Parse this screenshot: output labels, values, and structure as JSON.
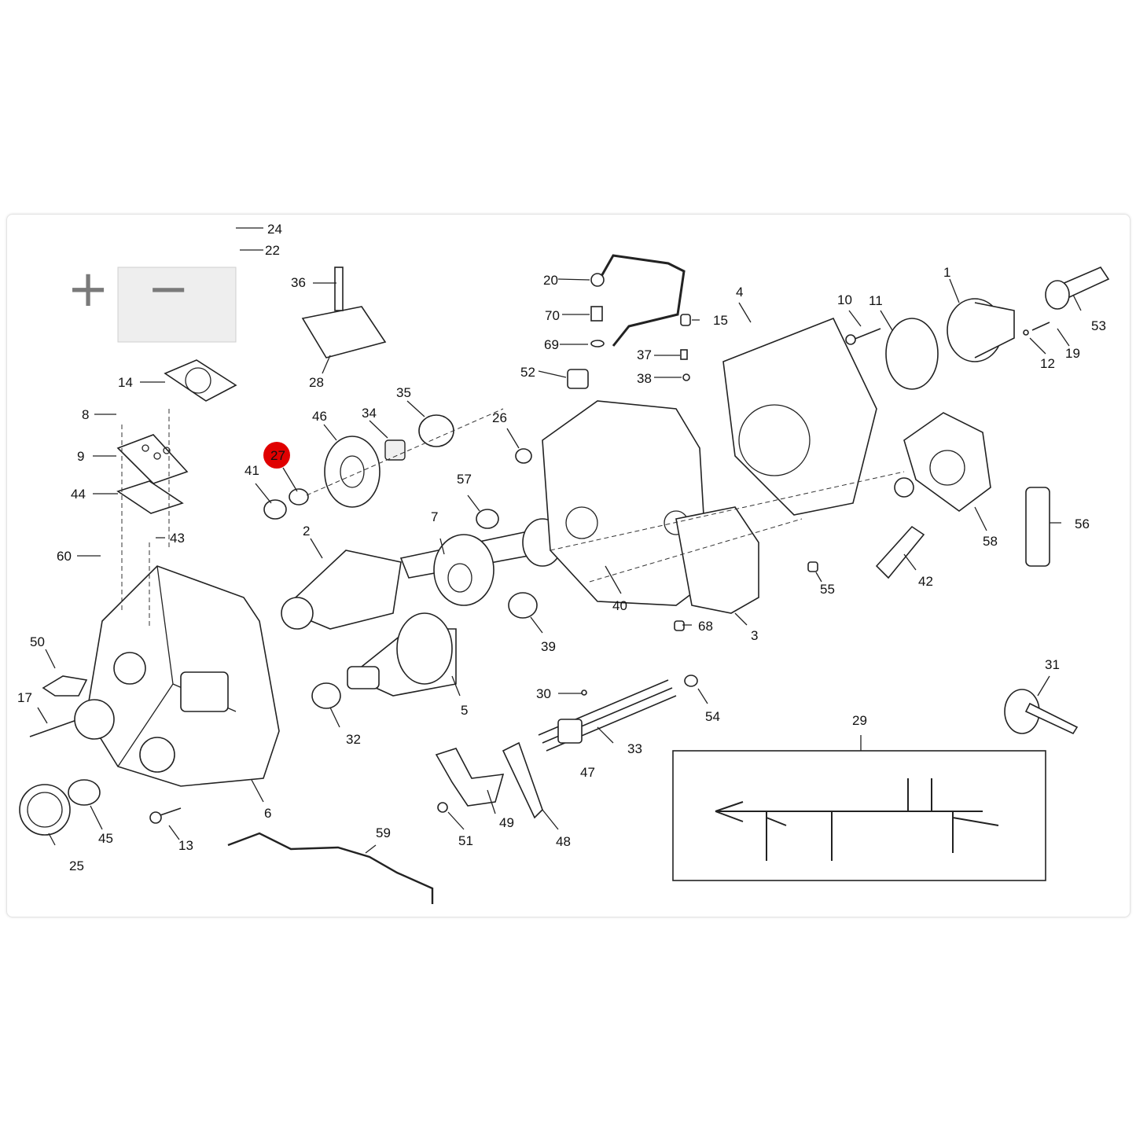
{
  "zoom": {
    "in_icon": "plus-icon",
    "out_icon": "minus-icon",
    "in_glyph": "+",
    "out_glyph": "−"
  },
  "highlight": {
    "label": "27",
    "color": "#e00000"
  },
  "labels": [
    "24",
    "22",
    "36",
    "28",
    "14",
    "8",
    "9",
    "44",
    "60",
    "43",
    "50",
    "17",
    "25",
    "45",
    "13",
    "6",
    "41",
    "46",
    "34",
    "35",
    "2",
    "7",
    "57",
    "32",
    "5",
    "39",
    "20",
    "70",
    "69",
    "52",
    "26",
    "37",
    "38",
    "15",
    "40",
    "68",
    "3",
    "4",
    "10",
    "11",
    "1",
    "53",
    "12",
    "19",
    "58",
    "56",
    "55",
    "42",
    "30",
    "33",
    "47",
    "54",
    "49",
    "51",
    "48",
    "59",
    "29",
    "31"
  ]
}
